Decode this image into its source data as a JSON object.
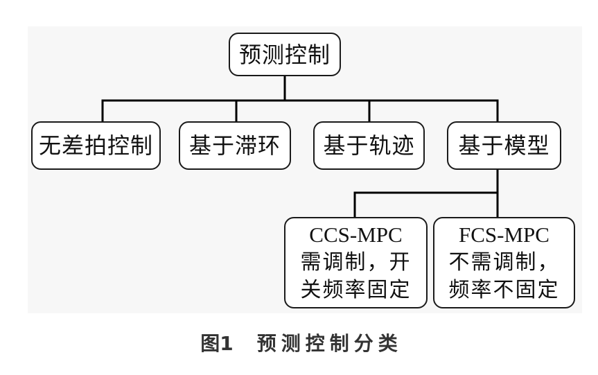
{
  "diagram": {
    "root": {
      "label": "预测控制"
    },
    "children": [
      {
        "label": "无差拍控制"
      },
      {
        "label": "基于滞环"
      },
      {
        "label": "基于轨迹"
      },
      {
        "label": "基于模型",
        "children": [
          {
            "title": "CCS-MPC",
            "lines": [
              "需调制，开",
              "关频率固定"
            ]
          },
          {
            "title": "FCS-MPC",
            "lines": [
              "不需调制，",
              "频率不固定"
            ]
          }
        ]
      }
    ]
  },
  "caption": {
    "number": "图1",
    "text": "预测控制分类"
  },
  "colors": {
    "panel_background": "#f7f7f7",
    "node_background": "#ffffff",
    "node_border": "#1a1a1a",
    "connector": "#000000",
    "caption": "#333333"
  }
}
